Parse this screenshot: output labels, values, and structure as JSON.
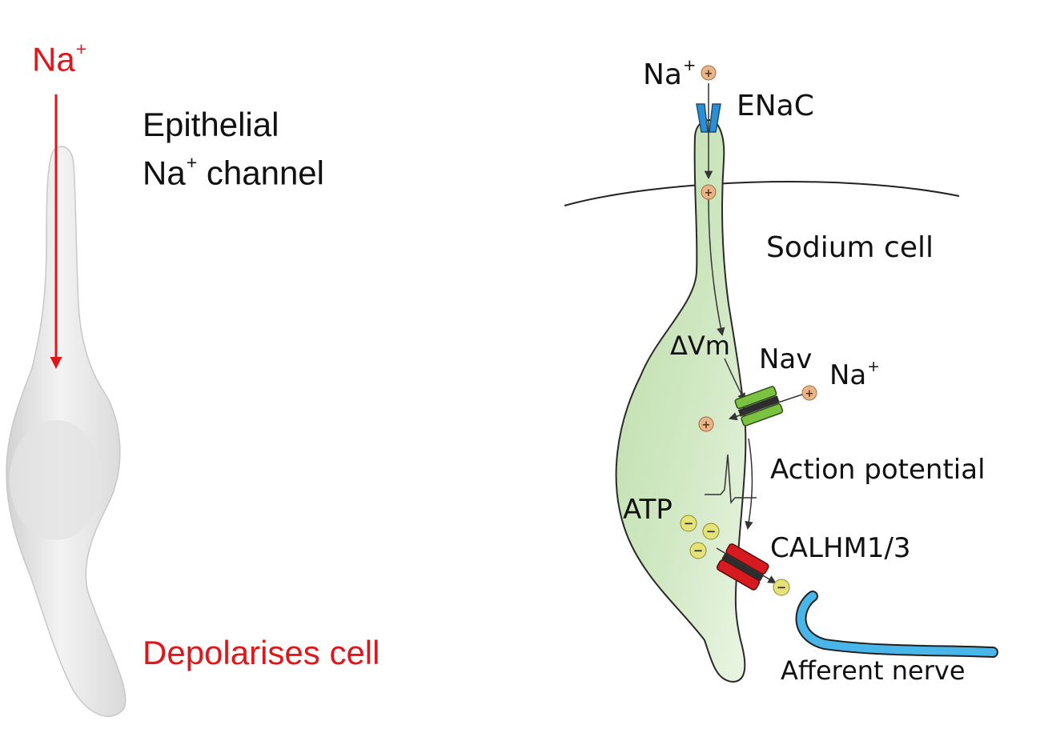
{
  "colors": {
    "red": "#e0161b",
    "cell_green": "#cfe6c1",
    "enac_blue": "#2c8fd3",
    "nav_green": "#7cc242",
    "calhm_red": "#d71920",
    "ion_orange": "#e7b58a",
    "atp_yellow": "#e6e27a",
    "nerve_blue": "#49b6ea"
  },
  "left": {
    "ion_label": "Na",
    "ion_charge": "+",
    "channel_line1": "Epithelial",
    "channel_line2_prefix": "Na",
    "channel_line2_charge": "+",
    "channel_line2_suffix": " channel",
    "effect": "Depolarises cell"
  },
  "right": {
    "na_top": "Na",
    "na_top_charge": "+",
    "enac": "ENaC",
    "sodium_cell": "Sodium cell",
    "delta_vm": "ΔVm",
    "nav": "Nav",
    "na_side": "Na",
    "na_side_charge": "+",
    "action_potential": "Action potential",
    "atp": "ATP",
    "calhm": "CALHM1/3",
    "afferent_nerve": "Afferent nerve",
    "plus_sign": "+",
    "minus_sign": "−"
  }
}
